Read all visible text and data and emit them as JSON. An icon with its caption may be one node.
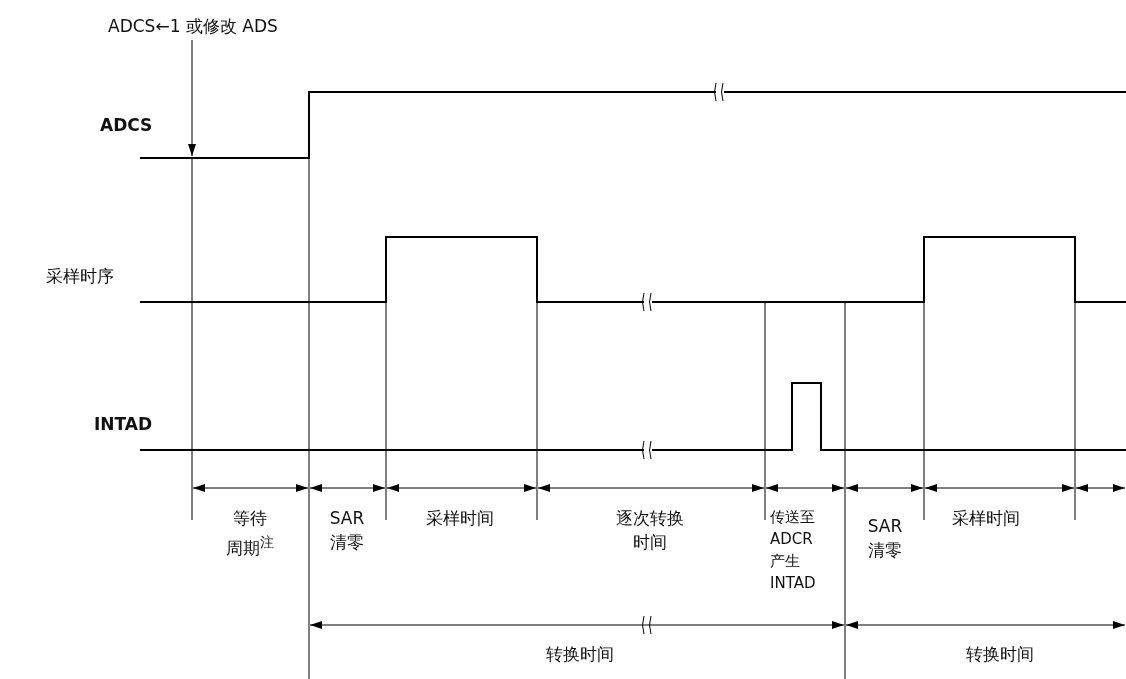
{
  "diagram": {
    "nodes": [
      {
        "text": [
          "ADCS←1 或修改 ADS"
        ]
      },
      {
        "text": [],
        "shape": "line"
      }
    ],
    "edges": [
      {
        "from": 0,
        "to": 1,
        "arrow": "to"
      }
    ],
    "labels": [
      "ADCS",
      "采样时序",
      "INTAD",
      "等待周期$^{注}$",
      "SAR 清零",
      "采样时间",
      "逐次转换时间",
      "传送至 ADCR 产生 INTAD",
      "SAR 清零",
      "采样时间",
      "转换时间",
      "转换时间"
    ]
  }
}
